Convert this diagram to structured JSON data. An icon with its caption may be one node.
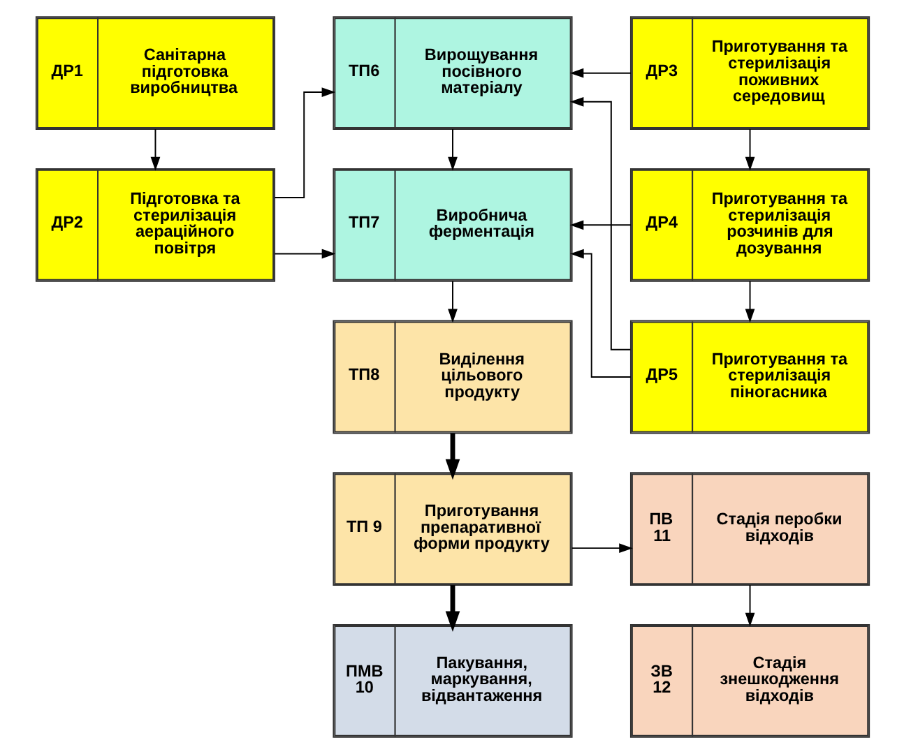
{
  "diagram": {
    "nodes": [
      {
        "text": [
          "ДР1",
          "Санітарна підготовка виробництва"
        ]
      },
      {
        "text": [
          "ТП6",
          "Вирощування посівного матеріалу"
        ]
      },
      {
        "text": [
          "ДР3",
          "Приготування та стерилізація поживних середовищ"
        ]
      },
      {
        "text": [
          "ДР2",
          "Підготовка та стерилізація аераційного повітря"
        ]
      },
      {
        "text": [
          "ТП7",
          "Виробнича ферментація"
        ]
      },
      {
        "text": [
          "ДР4",
          "Приготування та стерилізація розчинів для дозування"
        ]
      },
      {
        "text": [
          "ТП8",
          "Виділення цільового продукту"
        ]
      },
      {
        "text": [
          "ДР5",
          "Приготування та стерилізація піногасника"
        ]
      },
      {
        "text": [
          "ТП 9",
          "Приготування препаративної форми продукту"
        ]
      },
      {
        "text": [
          "ПВ 11",
          "Стадія перобки відходів"
        ]
      },
      {
        "text": [
          "ПМВ 10",
          "Пакування, маркування, відвантаження"
        ]
      },
      {
        "text": [
          "ЗВ 12",
          "Стадія знешкодження відходів"
        ]
      }
    ],
    "edges": [
      {
        "from": 0,
        "to": 3,
        "arrow": "to"
      },
      {
        "from": 3,
        "to": 1,
        "arrow": "to"
      },
      {
        "from": 3,
        "to": 4,
        "arrow": "to"
      },
      {
        "from": 2,
        "to": 1,
        "arrow": "to"
      },
      {
        "from": 5,
        "to": 4,
        "arrow": "to"
      },
      {
        "from": 7,
        "to": 1,
        "arrow": "to"
      },
      {
        "from": 7,
        "to": 4,
        "arrow": "to"
      },
      {
        "from": 2,
        "to": 5,
        "arrow": "to"
      },
      {
        "from": 5,
        "to": 7,
        "arrow": "to"
      },
      {
        "from": 1,
        "to": 4,
        "arrow": "to"
      },
      {
        "from": 4,
        "to": 6,
        "arrow": "to"
      },
      {
        "from": 6,
        "to": 8,
        "arrow": "to",
        "style": "thick"
      },
      {
        "from": 8,
        "to": 9,
        "arrow": "to"
      },
      {
        "from": 8,
        "to": 10,
        "arrow": "to",
        "style": "thick"
      },
      {
        "from": 9,
        "to": 11,
        "arrow": "to"
      }
    ]
  }
}
